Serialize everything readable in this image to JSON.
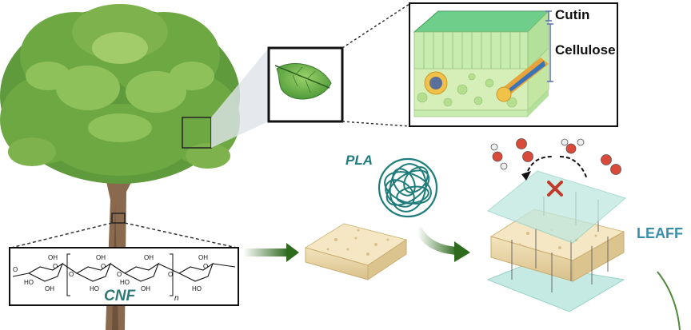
{
  "labels": {
    "cutin": "Cutin",
    "cellulose": "Cellulose",
    "pla": "PLA",
    "leaff": "LEAFF",
    "cnf": "CNF",
    "subscript_n": "n"
  },
  "chem_groups": [
    "OH",
    "OH",
    "OH",
    "OH",
    "OH",
    "OH",
    "HO",
    "HO",
    "HO",
    "HO",
    "O",
    "O",
    "O",
    "O",
    "O",
    "O",
    "O"
  ],
  "colors": {
    "foliage_dark": "#5f9a3c",
    "foliage_mid": "#7db24c",
    "foliage_light": "#a2cc6a",
    "trunk": "#8a6a4f",
    "arrow_green": "#2f6b1f",
    "pla_teal": "#1e7d7a",
    "leaff_blue": "#3a8fa8",
    "film": "#bfe8e0",
    "sponge": "#e9d6a8",
    "cross": "#c0392b",
    "oxygen": "#d94a3a"
  }
}
